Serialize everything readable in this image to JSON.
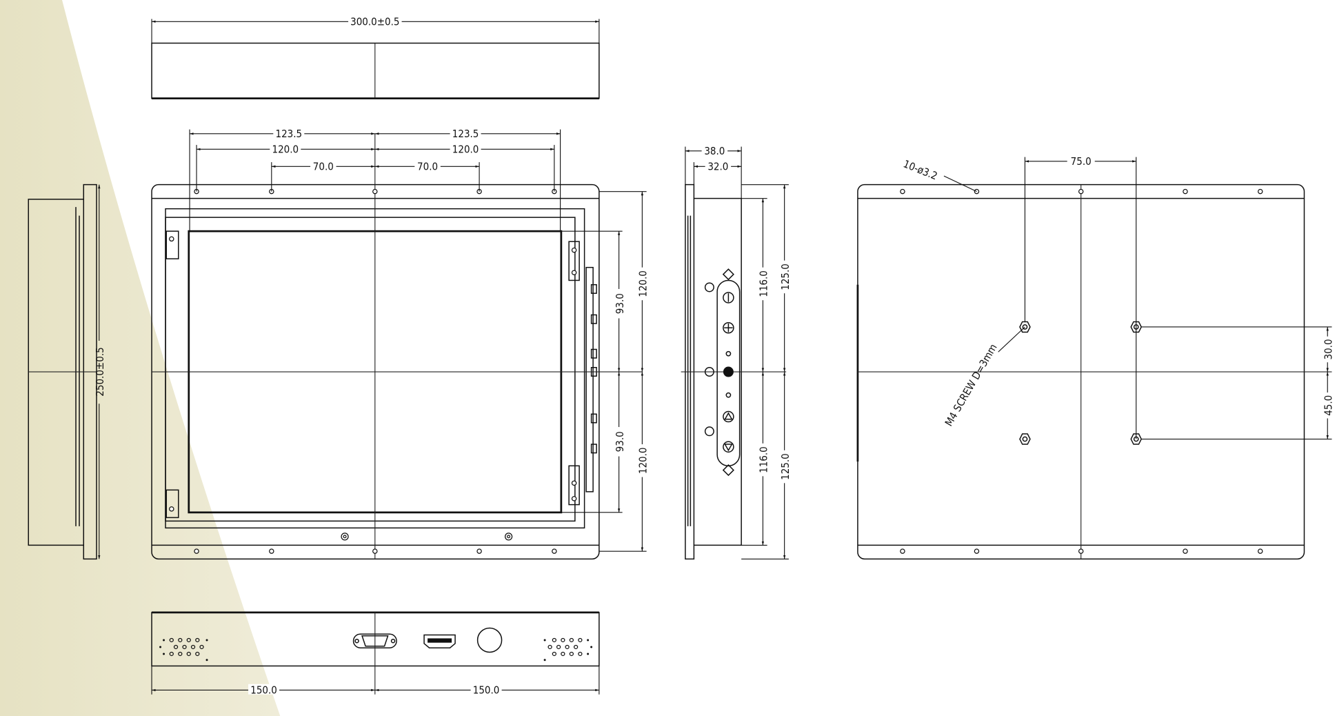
{
  "title": "Open-frame monitor mechanical drawing",
  "top_view": {
    "width_dim": "300.0±0.5"
  },
  "front_view": {
    "dim_outer_left": "123.5",
    "dim_outer_right": "123.5",
    "dim_mid_left": "120.0",
    "dim_mid_right": "120.0",
    "dim_inner_left": "70.0",
    "dim_inner_right": "70.0",
    "dim_v_inner_top": "93.0",
    "dim_v_inner_bottom": "93.0",
    "dim_v_outer_top": "120.0",
    "dim_v_outer_bottom": "120.0"
  },
  "left_view": {
    "height_dim": "250.0±0.5"
  },
  "side_view": {
    "depth_total": "38.0",
    "depth_body": "32.0",
    "dim_v_inner_top": "116.0",
    "dim_v_inner_bottom": "116.0",
    "dim_v_outer_top": "125.0",
    "dim_v_outer_bottom": "125.0"
  },
  "back_view": {
    "holes_note": "10-ø3.2",
    "screw_note": "M4 SCREW D=3mm",
    "vesa_h": "75.0",
    "vesa_v_top": "30.0",
    "vesa_v_bottom": "45.0"
  },
  "bottom_view": {
    "dim_left": "150.0",
    "dim_right": "150.0"
  },
  "colors": {
    "background_accent": "#e9e5c9",
    "line": "#111111"
  }
}
